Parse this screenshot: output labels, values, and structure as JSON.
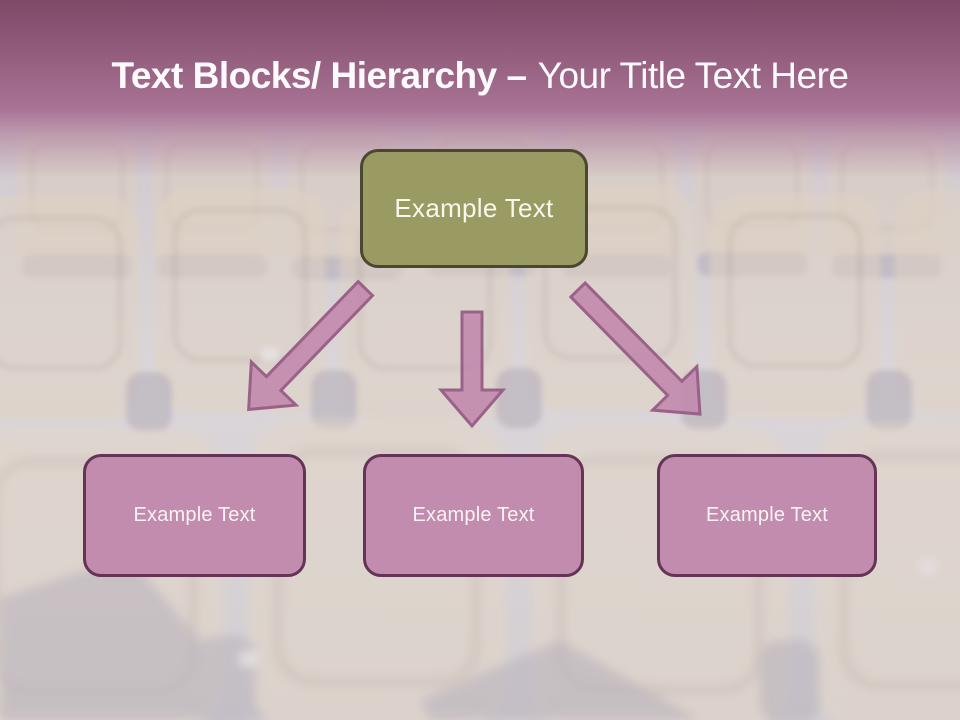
{
  "slide": {
    "header": {
      "title_bold": "Text Blocks/ Hierarchy –",
      "title_regular": "Your Title Text Here"
    },
    "diagram": {
      "root": {
        "label": "Example Text"
      },
      "children": [
        {
          "label": "Example Text"
        },
        {
          "label": "Example Text"
        },
        {
          "label": "Example Text"
        }
      ],
      "arrows": [
        "down-left",
        "down",
        "down-right"
      ]
    },
    "background_description": "faded photo of beige cinema seat rows",
    "colors": {
      "header_gradient_top": "#7e4a67",
      "header_gradient_mid": "#a87294",
      "title_text": "#fdfafd",
      "root_fill": "#9a9b62",
      "root_border": "#4a4733",
      "root_text": "#f9f6ee",
      "child_fill": "#c18cae",
      "child_border": "#643457",
      "child_text": "#f8f3f4",
      "arrow_fill": "#c289ae",
      "arrow_border": "#9a6289",
      "background_base": "#dbd6d9",
      "seat_beige": "#ddcfc0"
    }
  }
}
